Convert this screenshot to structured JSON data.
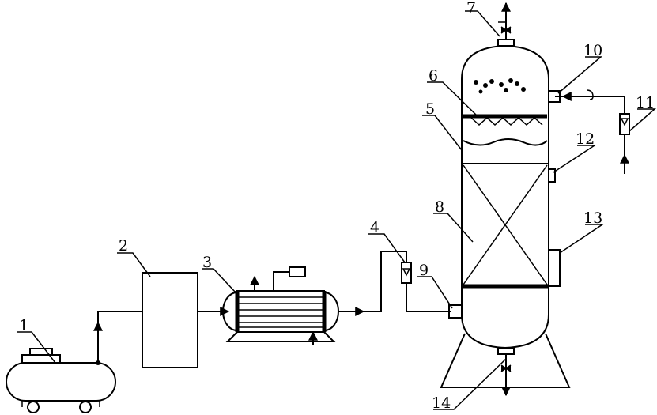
{
  "labels": {
    "l1": "1",
    "l2": "2",
    "l3": "3",
    "l4": "4",
    "l5": "5",
    "l6": "6",
    "l7": "7",
    "l8": "8",
    "l9": "9",
    "l10": "10",
    "l11": "11",
    "l12": "12",
    "l13": "13",
    "l14": "14"
  },
  "colors": {
    "line": "#000000",
    "background": "#ffffff"
  }
}
